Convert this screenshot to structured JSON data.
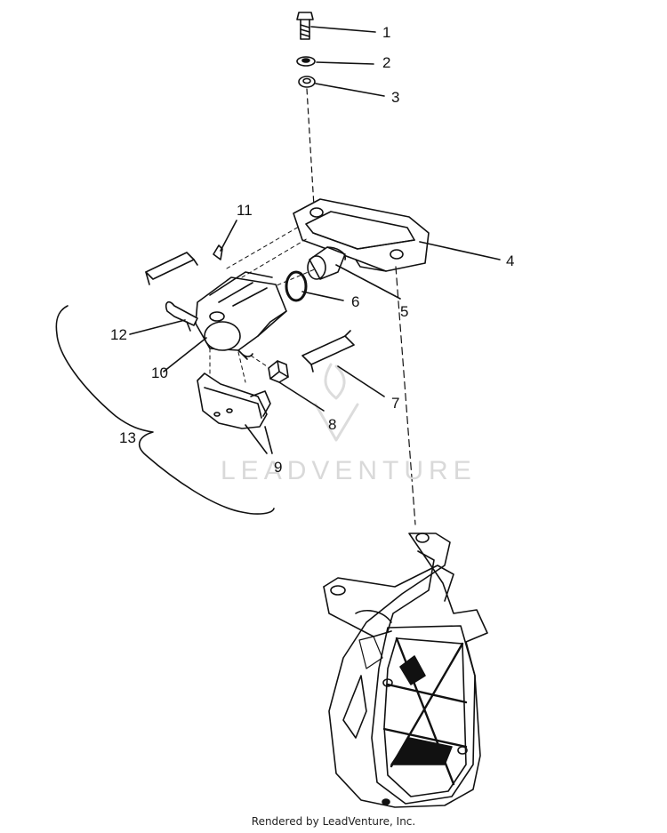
{
  "diagram": {
    "callouts": {
      "c1": "1",
      "c2": "2",
      "c3": "3",
      "c4": "4",
      "c5": "5",
      "c6": "6",
      "c7": "7",
      "c8": "8",
      "c9": "9",
      "c10": "10",
      "c11": "11",
      "c12": "12",
      "c13": "13"
    },
    "watermark": "LEADVENTURE",
    "footer": "Rendered by LeadVenture, Inc."
  },
  "colors": {
    "ink": "#111111",
    "watermark": "#d9d9d9",
    "background": "#ffffff"
  }
}
